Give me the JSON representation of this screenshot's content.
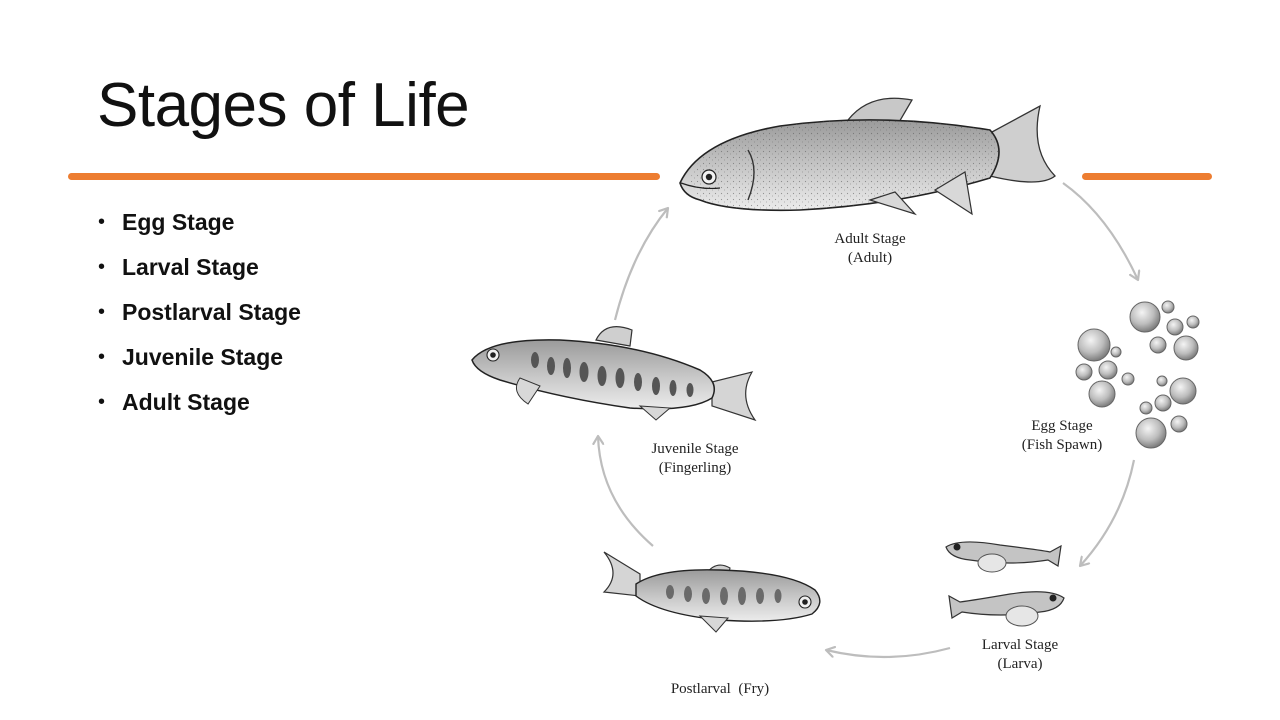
{
  "slide": {
    "title": "Stages of Life",
    "accent_color": "#ED7D31",
    "bullets": [
      "Egg Stage",
      "Larval Stage",
      "Postlarval Stage",
      "Juvenile Stage",
      "Adult Stage"
    ]
  },
  "diagram": {
    "arrow_color": "#BDBDBD",
    "stages": {
      "adult": {
        "line1": "Adult Stage",
        "line2": "(Adult)",
        "icon": "adult-fish"
      },
      "egg": {
        "line1": "Egg Stage",
        "line2": "(Fish Spawn)",
        "icon": "fish-eggs"
      },
      "larval": {
        "line1": "Larval Stage",
        "line2": "(Larva)",
        "icon": "larvae"
      },
      "postlarval": {
        "line1": "Postlarval  (Fry)",
        "icon": "fry-fish"
      },
      "juvenile": {
        "line1": "Juvenile Stage",
        "line2": "(Fingerling)",
        "icon": "juvenile-fish"
      }
    }
  }
}
